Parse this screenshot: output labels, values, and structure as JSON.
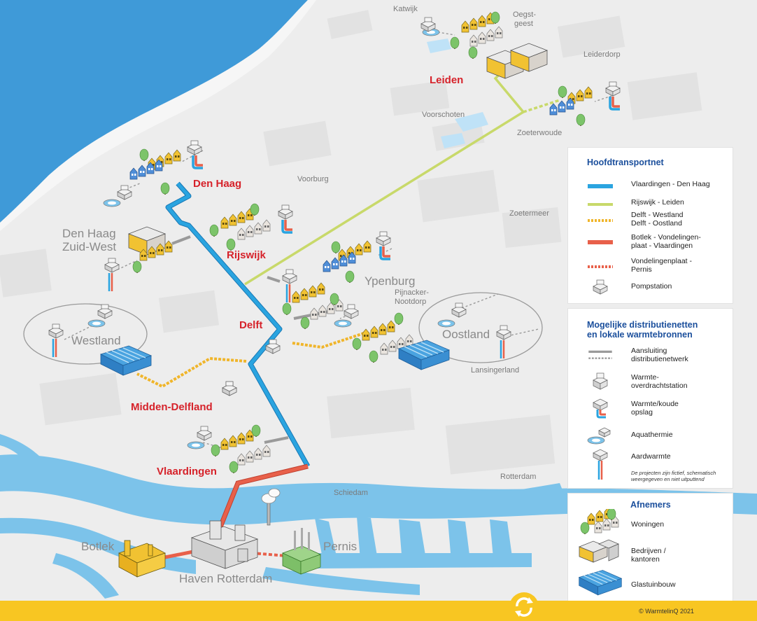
{
  "cities": {
    "leiden": "Leiden",
    "den_haag": "Den Haag",
    "rijswijk": "Rijswijk",
    "delft": "Delft",
    "midden_delfland": "Midden-Delfland",
    "vlaardingen": "Vlaardingen"
  },
  "towns": {
    "katwijk": "Katwijk",
    "oegstgeest_1": "Oegst-",
    "oegstgeest_2": "geest",
    "leiderdorp": "Leiderdorp",
    "voorschoten": "Voorschoten",
    "zoeterwoude": "Zoeterwoude",
    "voorburg": "Voorburg",
    "zoetermeer": "Zoetermeer",
    "pijnacker_1": "Pijnacker-",
    "pijnacker_2": "Nootdorp",
    "lansingerland": "Lansingerland",
    "schiedam": "Schiedam",
    "rotterdam": "Rotterdam"
  },
  "regions": {
    "den_haag_zw_1": "Den Haag",
    "den_haag_zw_2": "Zuid-West",
    "ypenburg": "Ypenburg",
    "westland": "Westland",
    "oostland": "Oostland",
    "botlek": "Botlek",
    "pernis": "Pernis",
    "haven_rotterdam": "Haven Rotterdam"
  },
  "legend_transport": {
    "title": "Hoofdtransportnet",
    "items": [
      "Vlaardingen - Den Haag",
      "Rijswijk - Leiden",
      [
        "Delft - Westland",
        "Delft - Oostland"
      ],
      [
        "Botlek - Vondelingen-",
        "plaat - Vlaardingen"
      ],
      [
        "Vondelingenplaat -",
        "Pernis"
      ],
      "Pompstation"
    ]
  },
  "legend_distribution": {
    "title_1": "Mogelijke distributienetten",
    "title_2": "en  lokale warmtebronnen",
    "items": [
      [
        "Aansluiting",
        "distributienetwerk"
      ],
      [
        "Warmte-",
        "overdrachtstation"
      ],
      [
        "Warmte/koude",
        "opslag"
      ],
      "Aquathermie",
      "Aardwarmte"
    ],
    "note_1": "De projecten zijn fictief, schematisch",
    "note_2": "weergegeven en niet uitputtend"
  },
  "legend_afnemers": {
    "title": "Afnemers",
    "items": [
      "Woningen",
      [
        "Bedrijven /",
        "kantoren"
      ],
      "Glastuinbouw"
    ]
  },
  "footer": {
    "copyright": "© WarmtelinQ 2021"
  },
  "colors": {
    "sea": "#3f9ad8",
    "water": "#7cc3ea",
    "land": "#ededed",
    "blue_pipe": "#2aa4e0",
    "green_pipe": "#c8d96a",
    "yellow_pipe": "#f0b52a",
    "red_pipe": "#e8604a",
    "city_red": "#d6222a",
    "legend_title": "#1b4f9c",
    "footer": "#f8c622"
  },
  "icons": [
    "houses-icon",
    "greenhouse-icon",
    "office-icon",
    "pumpstation-icon",
    "transfer-station-icon",
    "heat-storage-icon",
    "aquathermy-icon",
    "geothermal-icon",
    "factory-icon",
    "warmtelinq-logo-icon"
  ]
}
